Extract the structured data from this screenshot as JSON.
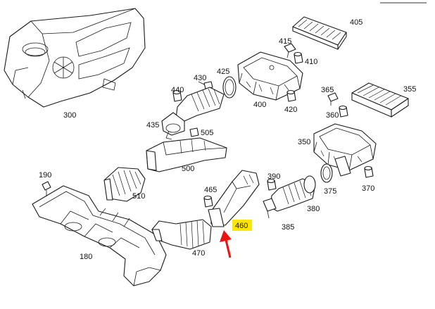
{
  "diagram": {
    "part_labels": {
      "p300": "300",
      "p405": "405",
      "p415": "415",
      "p410": "410",
      "p430": "430",
      "p425": "425",
      "p440": "440",
      "p400": "400",
      "p420": "420",
      "p365": "365",
      "p355": "355",
      "p360": "360",
      "p435": "435",
      "p505": "505",
      "p350": "350",
      "p500": "500",
      "p190": "190",
      "p390": "390",
      "p375": "375",
      "p370": "370",
      "p510": "510",
      "p465": "465",
      "p380": "380",
      "p460": "460",
      "p385": "385",
      "p470": "470",
      "p180": "180"
    },
    "highlight": {
      "label": "460",
      "box_color": "#ffe600",
      "arrow_color": "#ee1111"
    }
  }
}
